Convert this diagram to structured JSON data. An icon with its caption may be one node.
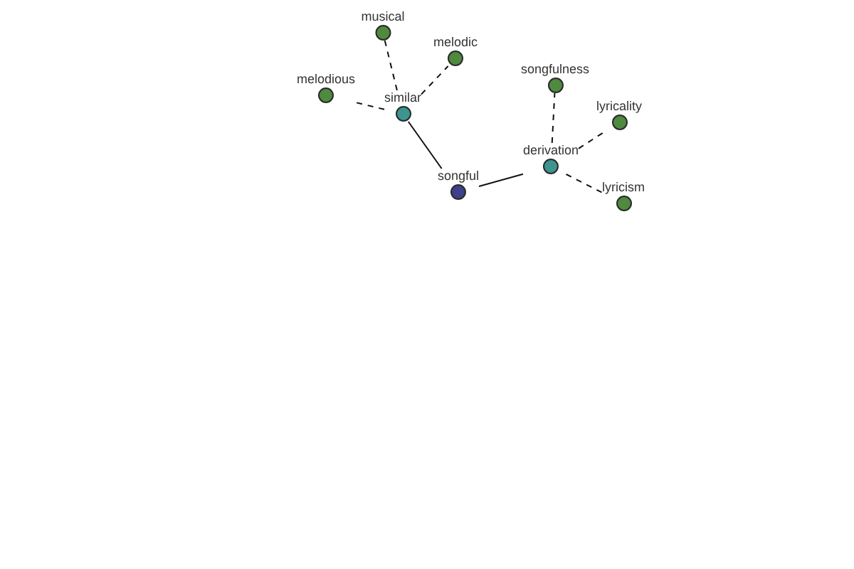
{
  "diagram": {
    "nodes": [
      {
        "text": [
          "musical"
        ]
      },
      {
        "text": [
          "melodic"
        ]
      },
      {
        "text": [
          "songfulness"
        ]
      },
      {
        "text": [
          "melodious"
        ]
      },
      {
        "text": [
          "similar"
        ]
      },
      {
        "text": [
          "lyricality"
        ]
      },
      {
        "text": [
          "derivation"
        ]
      },
      {
        "text": [
          "songful"
        ]
      },
      {
        "text": [
          "lyricism"
        ]
      }
    ],
    "edges": [
      {
        "from": 7,
        "to": 4,
        "arrow": "none"
      },
      {
        "from": 7,
        "to": 6,
        "arrow": "none"
      },
      {
        "from": 4,
        "to": 0,
        "arrow": "none",
        "style": "dashed"
      },
      {
        "from": 4,
        "to": 1,
        "arrow": "none",
        "style": "dashed"
      },
      {
        "from": 4,
        "to": 3,
        "arrow": "none",
        "style": "dashed"
      },
      {
        "from": 6,
        "to": 2,
        "arrow": "none",
        "style": "dashed"
      },
      {
        "from": 6,
        "to": 5,
        "arrow": "none",
        "style": "dashed"
      },
      {
        "from": 6,
        "to": 8,
        "arrow": "none",
        "style": "dashed"
      }
    ]
  }
}
